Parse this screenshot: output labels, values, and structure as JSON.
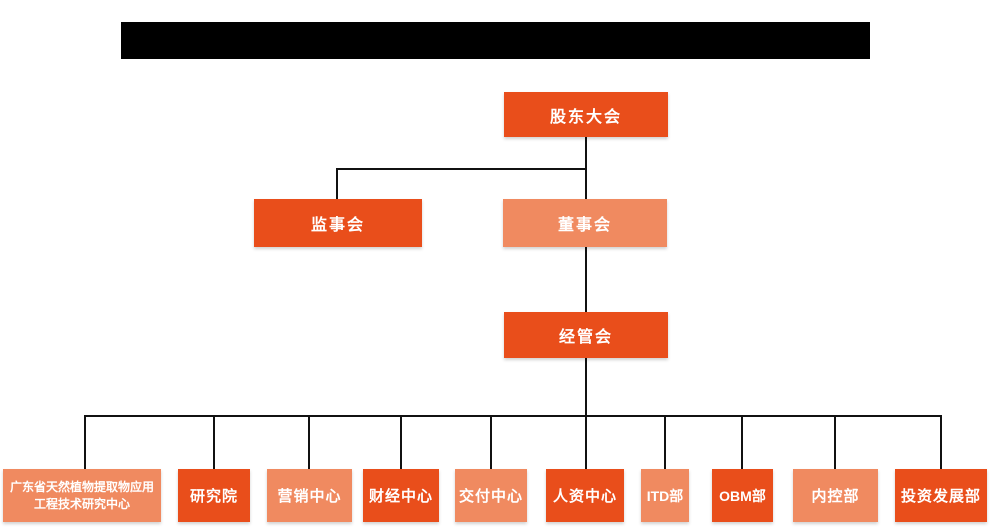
{
  "colors": {
    "primary_orange": "#E94E1B",
    "secondary_orange": "#F08A60",
    "connector": "#111111",
    "redacted_bar": "#000000",
    "node_text": "#FFFFFF"
  },
  "org_chart": {
    "root": {
      "label": "股东大会"
    },
    "level2": [
      {
        "label": "监事会"
      },
      {
        "label": "董事会"
      }
    ],
    "level3": {
      "label": "经管会"
    },
    "departments": [
      {
        "label": "广东省天然植物提取物应用工程技术研究中心"
      },
      {
        "label": "研究院"
      },
      {
        "label": "营销中心"
      },
      {
        "label": "财经中心"
      },
      {
        "label": "交付中心"
      },
      {
        "label": "人资中心"
      },
      {
        "label": "ITD部"
      },
      {
        "label": "OBM部"
      },
      {
        "label": "内控部"
      },
      {
        "label": "投资发展部"
      }
    ]
  }
}
